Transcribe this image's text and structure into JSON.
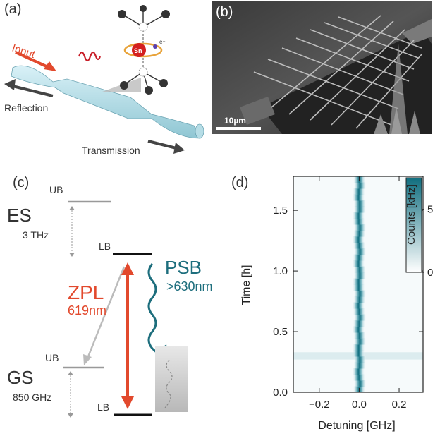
{
  "panels": {
    "a": {
      "label": "(a)",
      "input": "Input",
      "reflection": "Reflection",
      "transmission": "Transmission",
      "sn": "Sn",
      "electron": "e⁻"
    },
    "b": {
      "label": "(b)",
      "scalebar": "10µm"
    },
    "c": {
      "label": "(c)",
      "es": "ES",
      "gs": "GS",
      "ub_es": "UB",
      "lb_es": "LB",
      "ub_gs": "UB",
      "lb_gs": "LB",
      "es_split": "3 THz",
      "gs_split": "850 GHz",
      "zpl": "ZPL",
      "zpl_wl": "619nm",
      "psb": "PSB",
      "psb_wl": ">630nm",
      "colors": {
        "zpl": "#e2492d",
        "psb": "#1d6e7d",
        "level": "#111111",
        "upper": "#999999"
      }
    },
    "d": {
      "label": "(d)",
      "xlabel": "Detuning [GHz]",
      "ylabel": "Time [h]",
      "colorbar_label": "Counts [kHz]"
    }
  },
  "chart_data": {
    "type": "heatmap",
    "xlabel": "Detuning [GHz]",
    "ylabel": "Time [h]",
    "xlim": [
      -0.33,
      0.32
    ],
    "ylim": [
      0.0,
      1.78
    ],
    "xticks": [
      -0.2,
      0.0,
      0.2
    ],
    "xtick_labels": [
      "−0.2",
      "0.0",
      "0.2"
    ],
    "yticks": [
      0.0,
      0.5,
      1.0,
      1.5
    ],
    "ytick_labels": [
      "0.0",
      "0.5",
      "1.0",
      "1.5"
    ],
    "colorbar": {
      "label": "Counts [kHz]",
      "ticks": [
        0,
        5
      ],
      "tick_labels": [
        "0",
        "5"
      ],
      "range": [
        0,
        7.5
      ],
      "cmap": [
        "#ffffff",
        "#106e7f"
      ]
    },
    "line_center_ghz": 0.0,
    "line_width_ghz": 0.02,
    "grid": false
  }
}
